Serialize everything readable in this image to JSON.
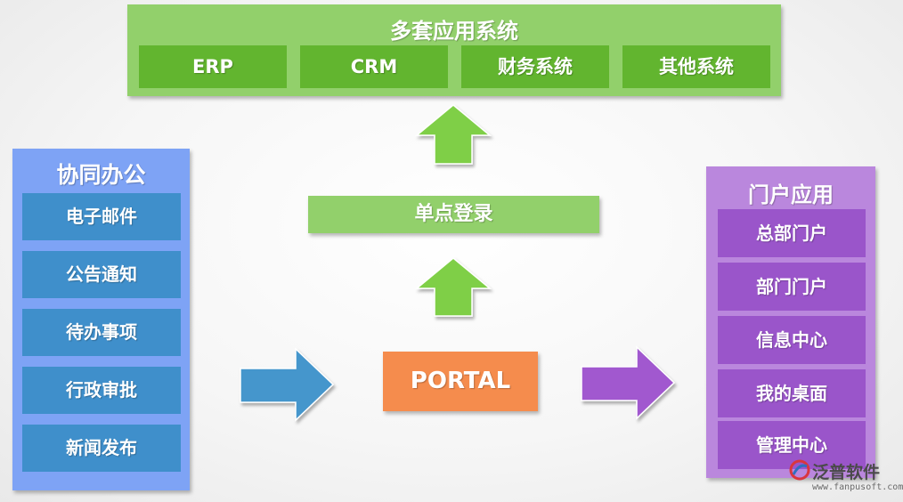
{
  "top_panel": {
    "title": "多套应用系统",
    "items": [
      "ERP",
      "CRM",
      "财务系统",
      "其他系统"
    ]
  },
  "left_panel": {
    "title": "协同办公",
    "items": [
      "电子邮件",
      "公告通知",
      "待办事项",
      "行政审批",
      "新闻发布"
    ]
  },
  "right_panel": {
    "title": "门户应用",
    "items": [
      "总部门户",
      "部门门户",
      "信息中心",
      "我的桌面",
      "管理中心"
    ]
  },
  "center": {
    "sso_label": "单点登录",
    "portal_label": "PORTAL"
  },
  "watermark": {
    "brand": "泛普软件",
    "url": "www.fanpusoft.com"
  },
  "colors": {
    "green_light": "#92d06b",
    "green_dark": "#62b52f",
    "blue_panel": "#7ea3f5",
    "blue_item": "#3f8fcb",
    "purple_panel": "#ba87dd",
    "purple_item": "#9a55ca",
    "orange_portal": "#f58c4d"
  }
}
